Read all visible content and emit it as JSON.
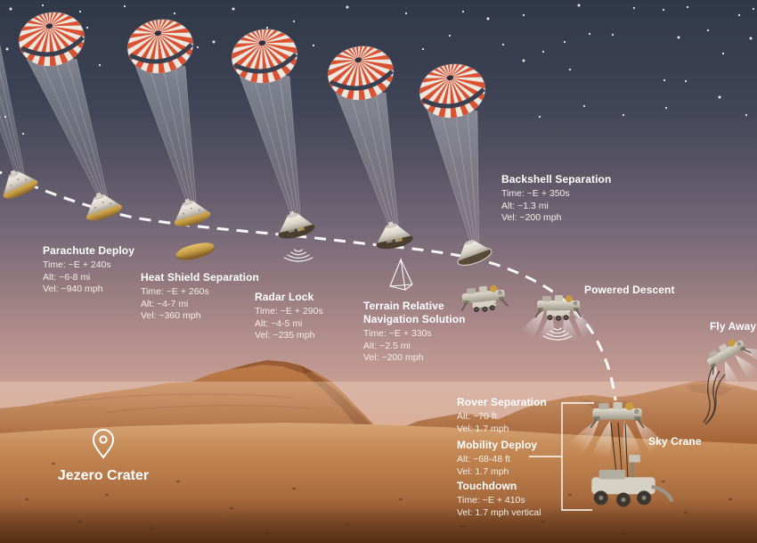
{
  "labels": {
    "parachute_deploy": {
      "title": "Parachute Deploy",
      "lines": [
        "Time: ~E + 240s",
        "Alt: ~6-8 mi",
        "Vel: ~940 mph"
      ]
    },
    "heat_shield_separation": {
      "title": "Heat Shield Separation",
      "lines": [
        "Time: ~E + 260s",
        "Alt: ~4-7 mi",
        "Vel: ~360 mph"
      ]
    },
    "radar_lock": {
      "title": "Radar Lock",
      "lines": [
        "Time: ~E + 290s",
        "Alt: ~4-5 mi",
        "Vel: ~235 mph"
      ]
    },
    "terrain_relative_navigation_solution": {
      "title": "Terrain Relative Navigation Solution",
      "lines": [
        "Time: ~E + 330s",
        "Alt: ~2.5 mi",
        "Vel: ~200 mph"
      ]
    },
    "backshell_separation": {
      "title": "Backshell Separation",
      "lines": [
        "Time: ~E + 350s",
        "Alt: ~1.3 mi",
        "Vel: ~200 mph"
      ]
    },
    "powered_descent": {
      "title": "Powered Descent"
    },
    "fly_away": {
      "title": "Fly Away"
    },
    "sky_crane": {
      "title": "Sky Crane"
    },
    "rover_separation": {
      "title": "Rover Separation",
      "lines": [
        "Alt: ~70 ft",
        "Vel: 1.7 mph"
      ]
    },
    "mobility_deploy": {
      "title": "Mobility Deploy",
      "lines": [
        "Alt: ~68-48 ft",
        "Vel: 1.7 mph"
      ]
    },
    "touchdown": {
      "title": "Touchdown",
      "lines": [
        "Time: ~E + 410s",
        "Vel: 1.7 mph vertical"
      ]
    },
    "location": {
      "title": "Jezero Crater"
    }
  },
  "icons": {
    "location_pin": "map-pin-outline",
    "radar": "radar-waves",
    "terrain_navigation": "pyramid-wireframe"
  },
  "colors": {
    "sky_top": "#313948",
    "sky_horizon": "#e5b89c",
    "terrain": "#a8693c",
    "terrain_dark": "#6f4020",
    "parachute_orange": "#db5233",
    "parachute_white": "#ece7df",
    "parachute_band": "#39404f",
    "heat_shield_gold": "#c49a44",
    "trajectory": "#ffffff",
    "text": "#ffffff"
  }
}
